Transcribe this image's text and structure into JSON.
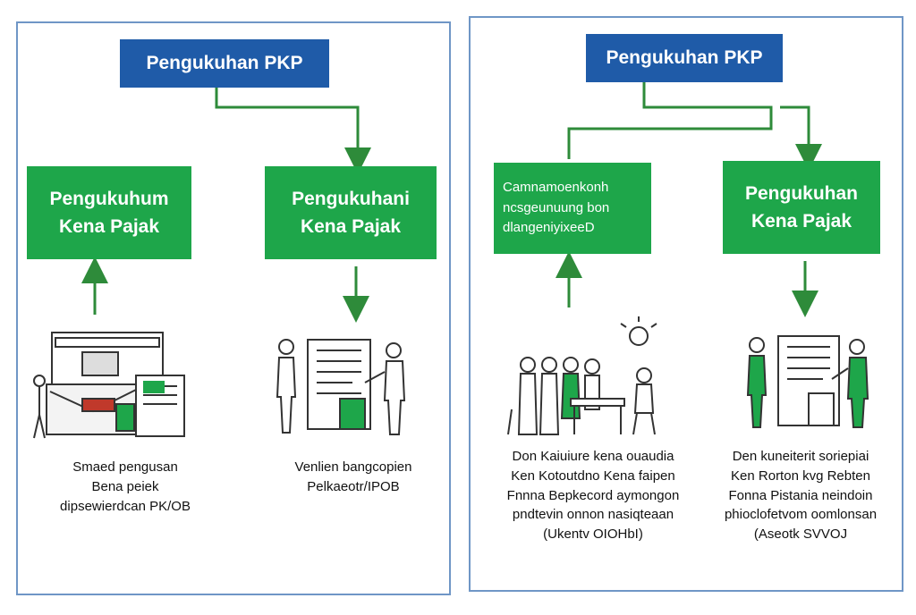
{
  "left_panel": {
    "title": "Pengukuhan PKP",
    "box_left": [
      "Pengukuhum",
      "Kena Pajak"
    ],
    "box_right": [
      "Pengukuhani",
      "Kena Pajak"
    ],
    "caption_left": [
      "Smaed pengusan",
      "Bena peiek",
      "dipsewierdcan PK/OB"
    ],
    "caption_right": [
      "Venlien bangcopien",
      "Pelkaeotr/IPOB"
    ]
  },
  "right_panel": {
    "title": "Pengukuhan PKP",
    "box_left": [
      "Camnamoenkonh",
      "ncsgeunuung  bon",
      "dlangeniyixeeD"
    ],
    "box_right": [
      "Pengukuhan",
      "Kena Pajak"
    ],
    "caption_left": [
      "Don Kaiuiure kena ouaudia",
      "Ken Kotoutdno Kena faipen",
      "Fnnna Bepkecord aymongon",
      "pndtevin onnon nasiqteaan",
      "(Ukentv OIOHbI)"
    ],
    "caption_right": [
      "Den kuneiterit soriepiai",
      "Ken Rorton kvg Rebten",
      "Fonna Pistania neindoin",
      "phioclofetvom oomlonsan",
      "(Aseotk SVVOJ"
    ]
  },
  "colors": {
    "blue": "#1f5ba8",
    "green": "#1ea64a",
    "arrow": "#2e8b3a",
    "border": "#6f96c6"
  }
}
